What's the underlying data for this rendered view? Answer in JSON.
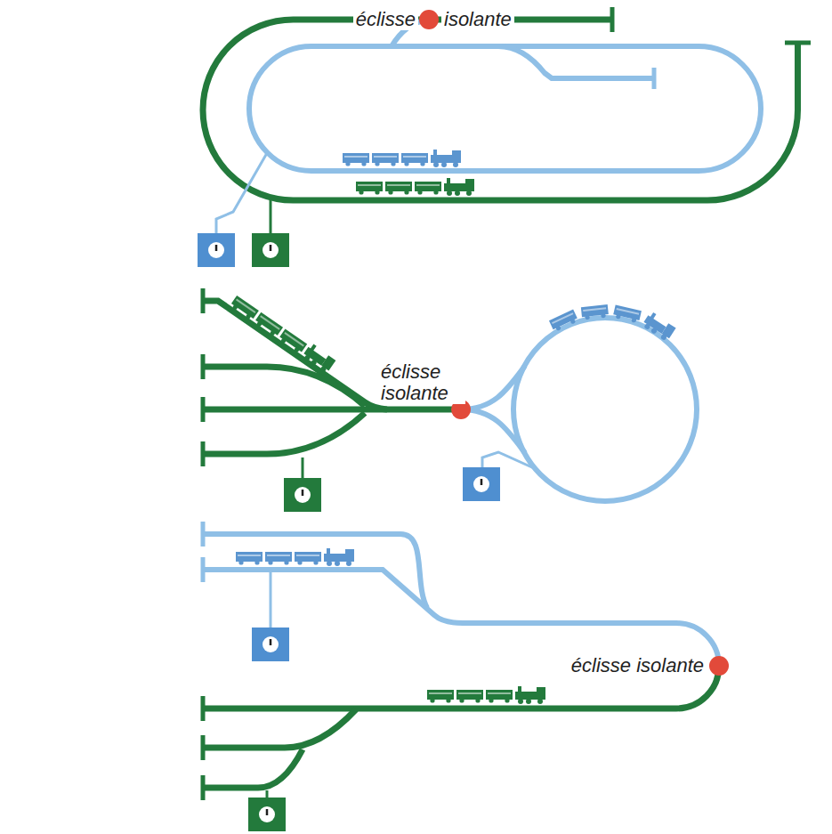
{
  "diagram": {
    "labels": [
      "éclisse",
      "isolante",
      "éclisse isolante",
      "éclisse isolante"
    ]
  }
}
